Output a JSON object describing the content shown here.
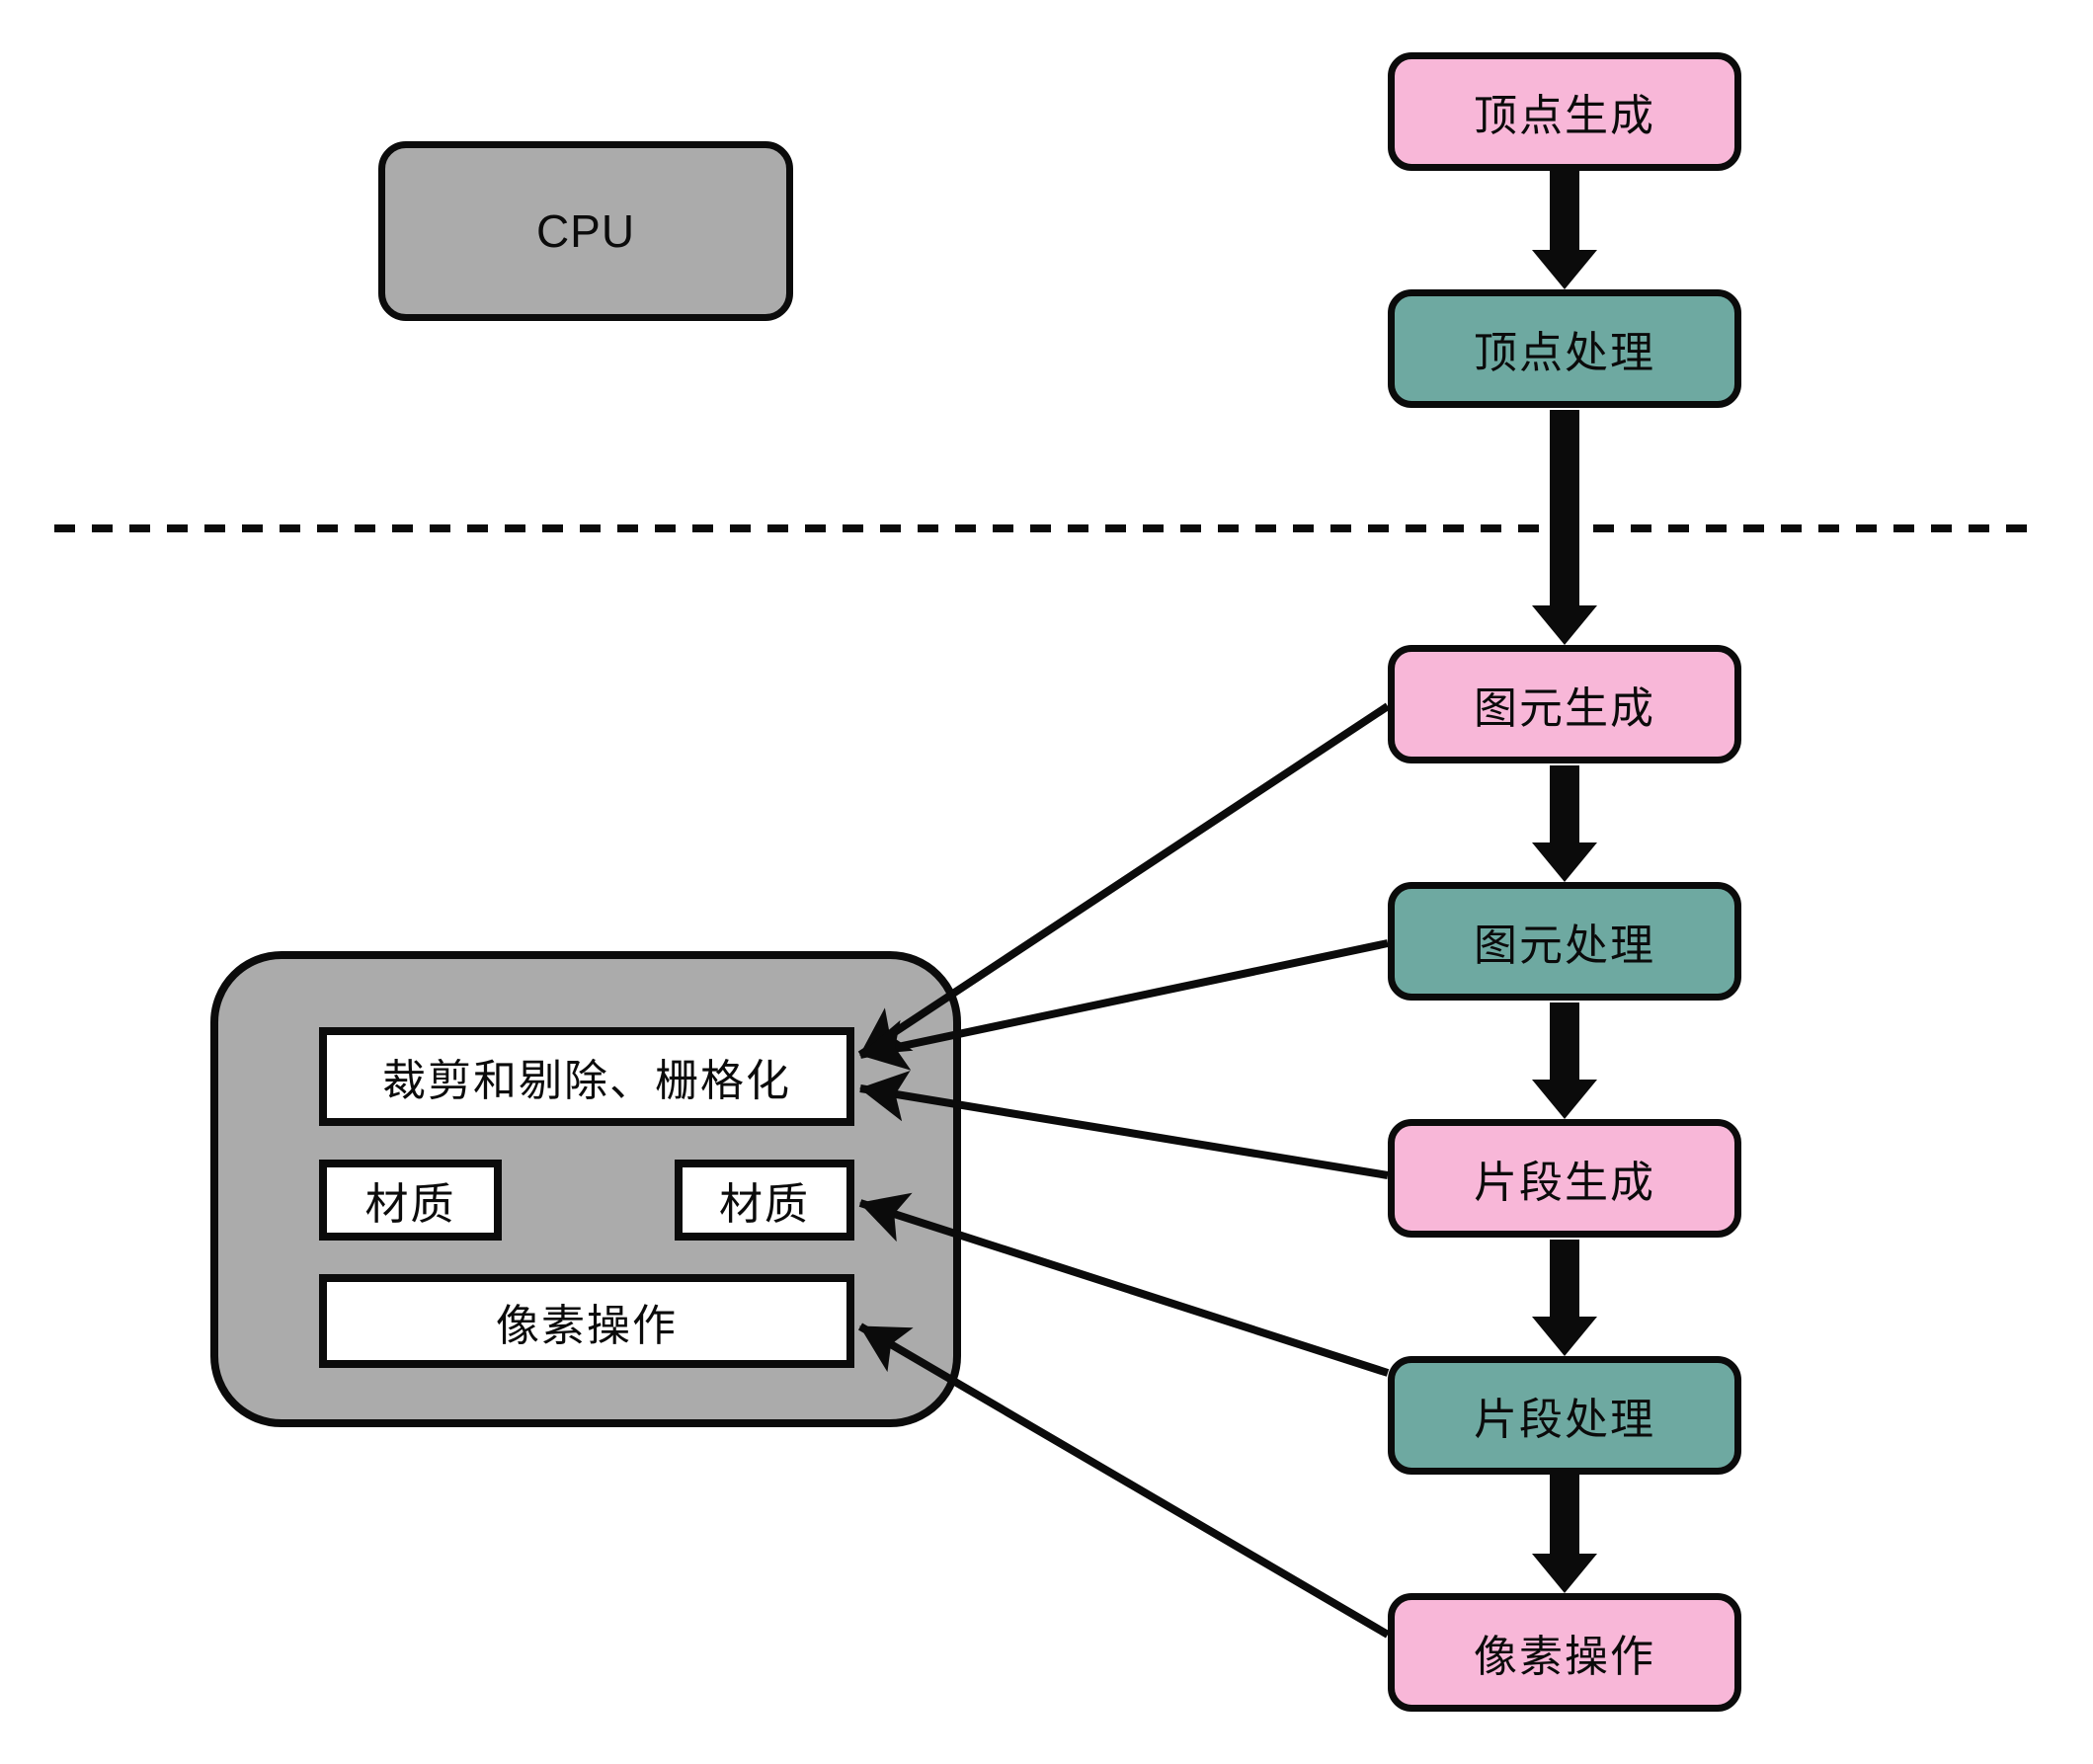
{
  "diagram": {
    "title_context": "graphics-pipeline-flowchart",
    "colors": {
      "stage_generation": "#f8b7d8",
      "stage_processing": "#6ea9a1",
      "hardware_block": "#ababab",
      "fixed_function_box": "#ffffff",
      "line": "#0b0b0b",
      "background": "#ffffff"
    },
    "cpu_box": {
      "label": "CPU"
    },
    "pipeline": [
      {
        "id": "vertex-generation",
        "label": "顶点生成",
        "color": "#f8b7d8"
      },
      {
        "id": "vertex-processing",
        "label": "顶点处理",
        "color": "#6ea9a1"
      },
      {
        "id": "primitive-generation",
        "label": "图元生成",
        "color": "#f8b7d8"
      },
      {
        "id": "primitive-processing",
        "label": "图元处理",
        "color": "#6ea9a1"
      },
      {
        "id": "fragment-generation",
        "label": "片段生成",
        "color": "#f8b7d8"
      },
      {
        "id": "fragment-processing",
        "label": "片段处理",
        "color": "#6ea9a1"
      },
      {
        "id": "pixel-operations",
        "label": "像素操作",
        "color": "#f8b7d8"
      }
    ],
    "gpu_group": {
      "boxes": [
        {
          "id": "clip-cull-rasterize",
          "label": "裁剪和剔除、栅格化"
        },
        {
          "id": "texture-left",
          "label": "材质"
        },
        {
          "id": "texture-right",
          "label": "材质"
        },
        {
          "id": "pixel-operations-hw",
          "label": "像素操作"
        }
      ]
    },
    "edges": [
      {
        "from": "primitive-generation",
        "to": "clip-cull-rasterize"
      },
      {
        "from": "primitive-processing",
        "to": "clip-cull-rasterize"
      },
      {
        "from": "fragment-generation",
        "to": "clip-cull-rasterize"
      },
      {
        "from": "fragment-processing",
        "to": "texture-right"
      },
      {
        "from": "pixel-operations",
        "to": "pixel-operations-hw"
      }
    ],
    "flow_arrows": [
      {
        "from": "vertex-generation",
        "to": "vertex-processing"
      },
      {
        "from": "vertex-processing",
        "to": "primitive-generation"
      },
      {
        "from": "primitive-generation",
        "to": "primitive-processing"
      },
      {
        "from": "primitive-processing",
        "to": "fragment-generation"
      },
      {
        "from": "fragment-generation",
        "to": "fragment-processing"
      },
      {
        "from": "fragment-processing",
        "to": "pixel-operations"
      }
    ],
    "divider": {
      "style": "dashed",
      "meaning": "cpu-gpu-boundary"
    }
  }
}
